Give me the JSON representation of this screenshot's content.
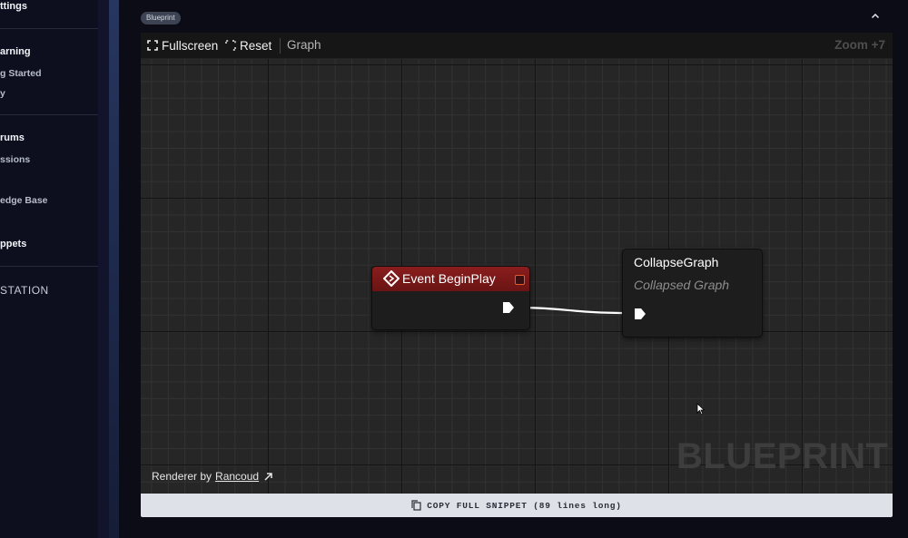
{
  "sidebar": {
    "items": [
      {
        "label": "ttings",
        "style": "head"
      },
      {
        "label": "arning",
        "style": "head"
      },
      {
        "label": "g Started",
        "style": "sub"
      },
      {
        "label": "y",
        "style": "sub"
      },
      {
        "label": "rums",
        "style": "head"
      },
      {
        "label": "ssions",
        "style": "sub"
      },
      {
        "label": "edge Base",
        "style": "sub"
      },
      {
        "label": "ppets",
        "style": "head"
      },
      {
        "label": "STATION",
        "style": "station"
      }
    ]
  },
  "main": {
    "badge": "Blueprint",
    "collapse_icon": "chevron-up-icon"
  },
  "toolbar": {
    "fullscreen_label": "Fullscreen",
    "reset_label": "Reset",
    "graph_label": "Graph",
    "zoom_label": "Zoom +7"
  },
  "graph": {
    "event_node": {
      "title": "Event BeginPlay",
      "header_color": "#7d1a1a",
      "icon": "event-diamond-icon"
    },
    "collapsed_node": {
      "title": "CollapseGraph",
      "subtitle": "Collapsed Graph"
    },
    "watermark": "BLUEPRINT",
    "renderer_prefix": "Renderer by",
    "renderer_link": "Rancoud"
  },
  "footer": {
    "copy_label": "COPY FULL SNIPPET (89 lines long)"
  },
  "colors": {
    "canvas_bg": "#262626",
    "sidebar_bg": "#0d0f1f",
    "copy_bar_bg": "#dfe1e8"
  }
}
